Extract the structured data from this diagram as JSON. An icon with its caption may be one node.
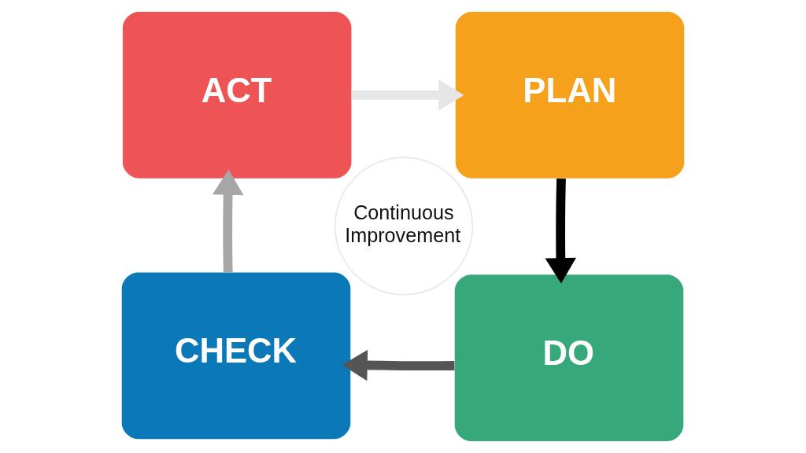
{
  "diagram": {
    "nodes": [
      {
        "text": [
          "ACT"
        ]
      },
      {
        "text": [
          "PLAN"
        ]
      },
      {
        "text": [
          "Continuous Improvement"
        ]
      },
      {
        "text": [
          "CHECK"
        ]
      },
      {
        "text": [
          "DO"
        ]
      }
    ],
    "edges": [
      {
        "from": 1,
        "to": 4,
        "arrow": "to",
        "color": "#000000"
      },
      {
        "from": 4,
        "to": 3,
        "arrow": "to",
        "color": "#555555"
      },
      {
        "from": 3,
        "to": 0,
        "arrow": "to",
        "color": "#a6a6a6"
      },
      {
        "from": 0,
        "to": 1,
        "arrow": "to",
        "color": "#e6e6e6"
      }
    ]
  }
}
